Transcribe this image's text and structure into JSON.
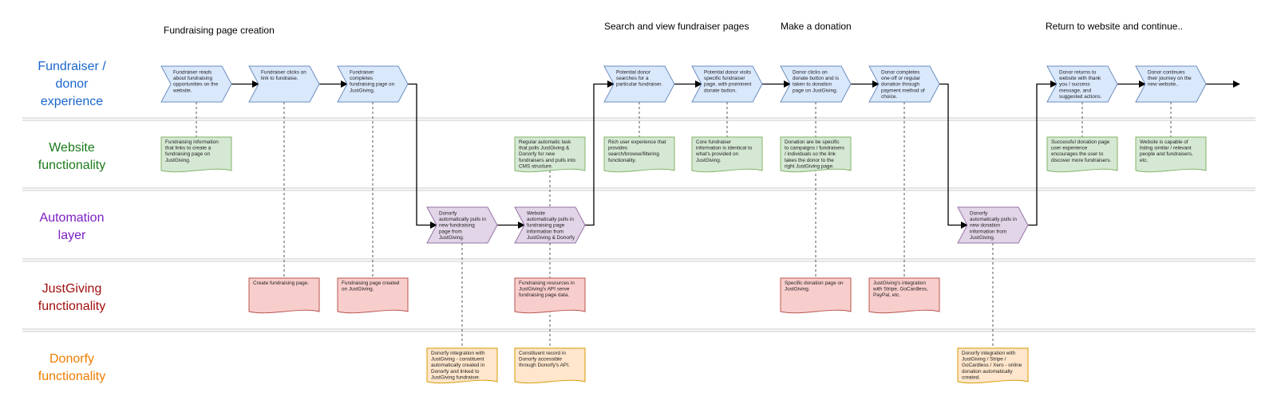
{
  "colors": {
    "fundraiser_lane": "#1a66cc",
    "website_lane": "#1b7a1b",
    "automation_lane": "#7b1fc4",
    "justgiving_lane": "#a10f0f",
    "donorfy_lane": "#ef7d00",
    "blue_fill": "#dae8fc",
    "blue_stroke": "#6c8ebf",
    "green_fill": "#d5e8d4",
    "green_stroke": "#82b366",
    "purple_fill": "#e1d5e7",
    "purple_stroke": "#9673a6",
    "red_fill": "#f8cecc",
    "red_stroke": "#b85450",
    "orange_fill": "#ffe6cc",
    "orange_stroke": "#d79b00"
  },
  "phases": [
    "Fundraising page creation",
    "Search and view fundraiser pages",
    "Make a donation",
    "Return to website and continue.."
  ],
  "lanes": [
    {
      "lines": [
        "Fundraiser /",
        "donor",
        "experience"
      ],
      "color_key": "fundraiser_lane"
    },
    {
      "lines": [
        "Website",
        "functionality"
      ],
      "color_key": "website_lane"
    },
    {
      "lines": [
        "Automation",
        "layer"
      ],
      "color_key": "automation_lane"
    },
    {
      "lines": [
        "JustGiving",
        "functionality"
      ],
      "color_key": "justgiving_lane"
    },
    {
      "lines": [
        "Donorfy",
        "functionality"
      ],
      "color_key": "donorfy_lane"
    }
  ],
  "steps": [
    {
      "lane": 0,
      "col": 0,
      "lines": [
        "Fundraiser reads",
        "about fundraising",
        "opportunities on the",
        "website."
      ]
    },
    {
      "lane": 0,
      "col": 1,
      "lines": [
        "Fundraiser clicks on",
        "link to fundraise."
      ]
    },
    {
      "lane": 0,
      "col": 2,
      "lines": [
        "Fundraiser",
        "completes",
        "fundraising page on",
        "JustGiving."
      ]
    },
    {
      "lane": 2,
      "col": 3,
      "lines": [
        "Donorfy",
        "automatically pulls in",
        "new fundraising",
        "page from",
        "JustGiving."
      ]
    },
    {
      "lane": 2,
      "col": 4,
      "lines": [
        "Website",
        "automatically pulls in",
        "fundraising page",
        "information from",
        "JustGiving & Donorfy"
      ]
    },
    {
      "lane": 0,
      "col": 5,
      "lines": [
        "Potential donor",
        "searches for a",
        "particular fundraiser."
      ]
    },
    {
      "lane": 0,
      "col": 6,
      "lines": [
        "Potential donor visits",
        "specific fundraiser",
        "page, with prominent",
        "donate button."
      ]
    },
    {
      "lane": 0,
      "col": 7,
      "lines": [
        "Donor clicks on",
        "donate button and is",
        "taken to donation",
        "page on JustGiving."
      ]
    },
    {
      "lane": 0,
      "col": 8,
      "lines": [
        "Donor completes",
        "one-off or regular",
        "donation through",
        "payment method of",
        "choice."
      ]
    },
    {
      "lane": 2,
      "col": 9,
      "lines": [
        "Donorfy",
        "automatically pulls in",
        "new donation",
        "information from",
        "JustGiving."
      ]
    },
    {
      "lane": 0,
      "col": 10,
      "lines": [
        "Donor returns to",
        "website with thank",
        "you / success",
        "message, and",
        "suggested actions."
      ]
    },
    {
      "lane": 0,
      "col": 11,
      "lines": [
        "Donor continues",
        "their journey on the",
        "new website.."
      ]
    }
  ],
  "notes": [
    {
      "lane": 1,
      "col": 0,
      "kind": "green",
      "lines": [
        "Fundraising information",
        "that links to create a",
        "fundraising page on",
        "JustGiving."
      ]
    },
    {
      "lane": 3,
      "col": 1,
      "kind": "red",
      "lines": [
        "Create fundraising page."
      ]
    },
    {
      "lane": 3,
      "col": 2,
      "kind": "red",
      "lines": [
        "Fundraising page created",
        "on JustGiving."
      ]
    },
    {
      "lane": 4,
      "col": 3,
      "kind": "orange",
      "lines": [
        "Donorfy integration with",
        "JustGiving - constituent",
        "automatically created in",
        "Donorfy and linked to",
        "JustGiving fundraiser."
      ]
    },
    {
      "lane": 1,
      "col": 4,
      "kind": "green",
      "lines": [
        "Regular automatic task",
        "that polls JustGiving &",
        "Donorfy for new",
        "fundraisers and pulls into",
        "CMS structure."
      ]
    },
    {
      "lane": 3,
      "col": 4,
      "kind": "red",
      "lines": [
        "Fundraising resources in",
        "JustGiving's API serve",
        "fundraising page data."
      ]
    },
    {
      "lane": 4,
      "col": 4,
      "kind": "orange",
      "lines": [
        "Constituent record in",
        "Donorfy accessible",
        "through Donorfy's API."
      ]
    },
    {
      "lane": 1,
      "col": 5,
      "kind": "green",
      "lines": [
        "Rich user experience that",
        "provides",
        "search/browse/filtering",
        "functionality."
      ]
    },
    {
      "lane": 1,
      "col": 6,
      "kind": "green",
      "lines": [
        "Core fundraiser",
        "information is identical to",
        "what's provided on",
        "JustGiving."
      ]
    },
    {
      "lane": 1,
      "col": 7,
      "kind": "green",
      "lines": [
        "Donation are be specific",
        "to campaigns / fundraisers",
        "/ individuals so the link",
        "takes the donor to the",
        "right JustGiving page."
      ]
    },
    {
      "lane": 3,
      "col": 7,
      "kind": "red",
      "lines": [
        "Specific donation page on",
        "JustGiving."
      ]
    },
    {
      "lane": 3,
      "col": 8,
      "kind": "red",
      "lines": [
        "JustGiving's integration",
        "with Stripe, GoCardless,",
        "PayPal, etc."
      ]
    },
    {
      "lane": 4,
      "col": 9,
      "kind": "orange",
      "lines": [
        "Donorfy integration with",
        "JustGiving / Stripe /",
        "GoCardless / Xero - online",
        "donation automatically",
        "created."
      ]
    },
    {
      "lane": 1,
      "col": 10,
      "kind": "green",
      "lines": [
        "Successful donation page",
        "user experience",
        "encourages the user to",
        "discover more fundraisers."
      ]
    },
    {
      "lane": 1,
      "col": 11,
      "kind": "green",
      "lines": [
        "Website is capable of",
        "listing similar / relevant",
        "people and fundraisers,",
        "etc."
      ]
    }
  ]
}
